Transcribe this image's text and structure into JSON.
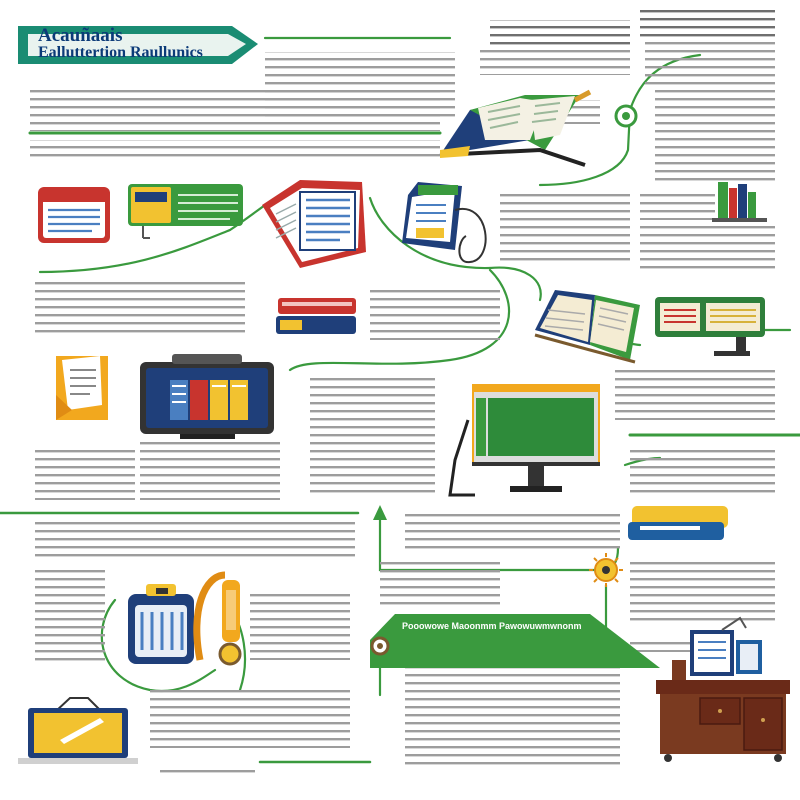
{
  "header": {
    "title_line1": "Acauñaais",
    "title_line2": "Ealluttertion Raullunics",
    "accent_color": "#1a8c73"
  },
  "center_banner": {
    "label": "Pooowowe Maoonmm Pawowuwmwnonm",
    "color": "#3a9a3e"
  },
  "colors": {
    "green": "#3a9a3e",
    "teal": "#1a8c73",
    "navy": "#1f3f7a",
    "yellow": "#f2c230",
    "red": "#c8342e",
    "text_gray": "#9a9a9a"
  },
  "icons": [
    "open-book-icon",
    "list-card-icon",
    "green-panel-icon",
    "book-brochure-icon",
    "phone-card-icon",
    "bookshelf-icon",
    "closed-books-icon",
    "open-book-2-icon",
    "monitor-panel-icon",
    "document-card-icon",
    "projector-icon",
    "desktop-monitor-icon",
    "yellow-book-icon",
    "sun-node-icon",
    "backpack-icon",
    "headphones-icon",
    "laptop-icon",
    "office-desk-icon"
  ]
}
